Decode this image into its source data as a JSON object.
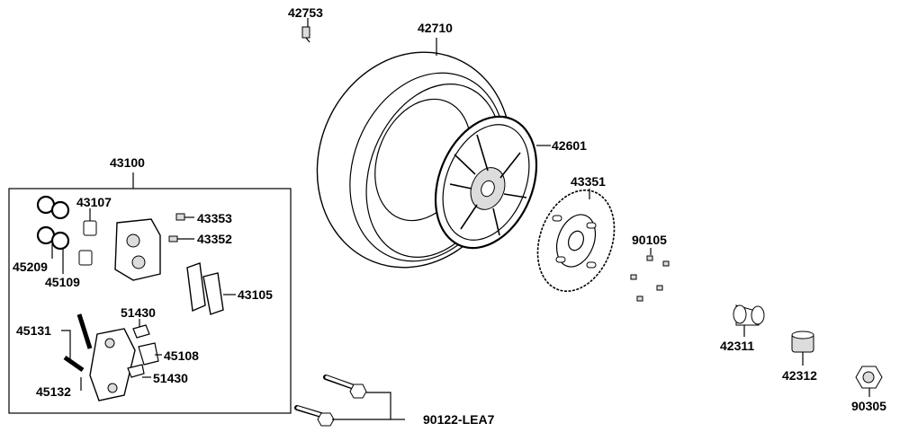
{
  "diagram": {
    "part_numbers": {
      "valve_stem": "42753",
      "tire": "42710",
      "wheel_rim": "42601",
      "caliper_assy": "43100",
      "caliper_seal": "43107",
      "bleeder_cap": "43353",
      "bleeder_screw": "43352",
      "piston_seal_a": "45209",
      "piston_seal_b": "45109",
      "brake_pads": "43105",
      "pad_spring_top": "51430",
      "caliper_bolt": "45131",
      "pad_clip": "45108",
      "pad_spring_bottom": "51430",
      "caliper_pin": "45132",
      "brake_disc": "43351",
      "disc_bolts": "90105",
      "axle_collar": "42311",
      "collar_spacer": "42312",
      "axle_nut": "90305",
      "axle_bolts": "90122-LEA7"
    }
  }
}
